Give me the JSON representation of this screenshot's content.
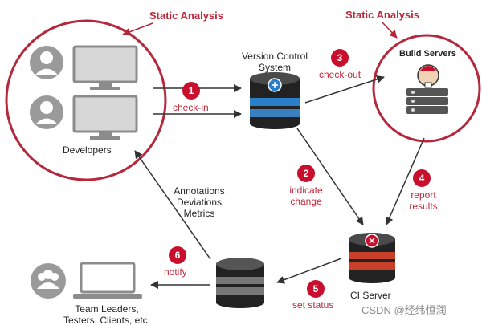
{
  "labels": {
    "static_analysis_left": "Static Analysis",
    "static_analysis_right": "Static Analysis",
    "vcs_line1": "Version Control",
    "vcs_line2": "System",
    "build_servers": "Build Servers",
    "developers": "Developers",
    "ci_server": "CI Server",
    "team_line1": "Team Leaders,",
    "team_line2": "Testers, Clients, etc.",
    "annotations": "Annotations",
    "deviations": "Deviations",
    "metrics": "Metrics"
  },
  "steps": [
    {
      "number": "1",
      "label": "check-in"
    },
    {
      "number": "2",
      "label_line1": "indicate",
      "label_line2": "change"
    },
    {
      "number": "3",
      "label": "check-out"
    },
    {
      "number": "4",
      "label_line1": "report",
      "label_line2": "results"
    },
    {
      "number": "5",
      "label": "set status"
    },
    {
      "number": "6",
      "label": "notify"
    }
  ],
  "watermark": "CSDN @经纬恒润",
  "colors": {
    "accent_red": "#c8102e",
    "circle_red": "#b5283c",
    "icon_gray": "#8c8c8c",
    "db_dark": "#222222",
    "db_blue": "#2a80c8",
    "db_red": "#c8402a",
    "arrow": "#333333"
  }
}
